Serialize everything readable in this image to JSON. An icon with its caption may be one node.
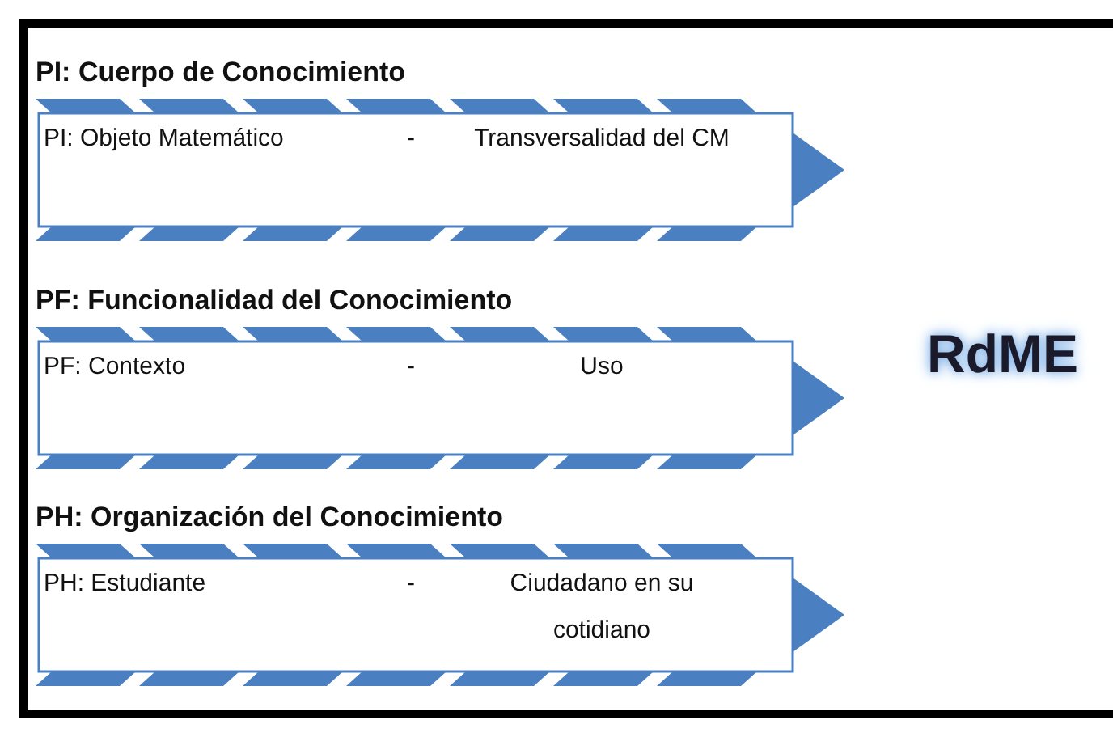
{
  "diagram": {
    "nodes": [
      {
        "text": [
          "PI: Cuerpo de Conocimiento",
          "PI: Objeto Matemático",
          "-",
          "Transversalidad del CM"
        ]
      },
      {
        "text": [
          "PF: Funcionalidad del Conocimiento",
          "PF: Contexto",
          "-",
          "Uso"
        ]
      },
      {
        "text": [
          "PH: Organización del Conocimiento",
          "PH: Estudiante",
          "-",
          "Ciudadano en su cotidiano"
        ]
      },
      {
        "text": [
          "RdME"
        ]
      }
    ]
  }
}
